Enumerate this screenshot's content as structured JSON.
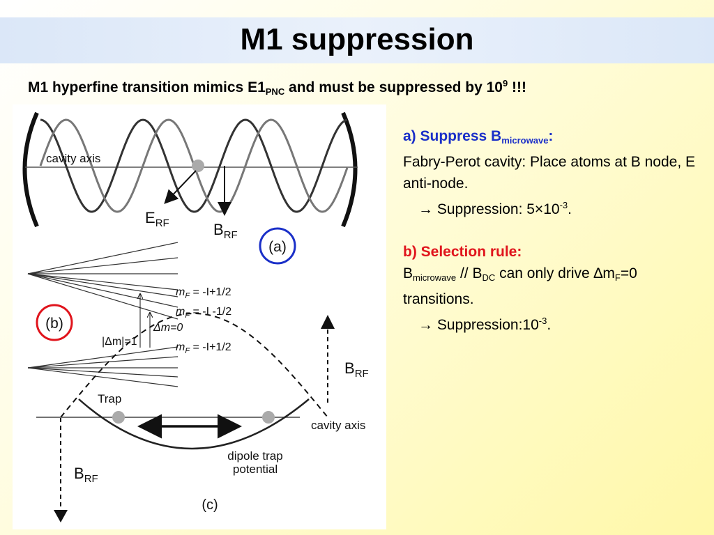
{
  "slide": {
    "title": "M1 suppression",
    "subtitle": {
      "text": "M1 hyperfine transition mimics E1",
      "sub": "PNC",
      "middle": " and must be suppressed by 10",
      "sup": "9",
      "tail": " !!!"
    }
  },
  "figure": {
    "panel_a": {
      "cavity_axis_label": "cavity axis",
      "e_label": "E",
      "e_sub": "RF",
      "b_label": "B",
      "b_sub": "RF",
      "circle_label": "(a)",
      "circle_color": "#1a2fc8"
    },
    "panel_b": {
      "level1_prefix": "m",
      "level1_sub": "F",
      "level1_value": " = -I+1/2",
      "level2_prefix": "m",
      "level2_sub": "F",
      "level2_value": " = -I -1/2",
      "level3_prefix": "m",
      "level3_sub": "F",
      "level3_value": " = -I+1/2",
      "delta_m0": "Δm=0",
      "abs_delta_m1": "|Δm|=1",
      "circle_label": "(b)",
      "circle_color": "#e0141c"
    },
    "panel_c": {
      "trap_label": "Trap",
      "cavity_axis_label": "cavity axis",
      "b_right_label": "B",
      "b_right_sub": "RF",
      "b_left_label": "B",
      "b_left_sub": "RF",
      "dipole_line1": "dipole trap",
      "dipole_line2": "potential",
      "panel_label": "(c)"
    }
  },
  "right": {
    "a": {
      "head_prefix": "a) Suppress B",
      "head_sub": "microwave",
      "head_colon": ":",
      "body": "Fabry-Perot cavity: Place atoms at B node, E anti-node.",
      "result_prefix": "Suppression: 5×10",
      "result_sup": "-3",
      "result_tail": "."
    },
    "b": {
      "head": "b) Selection rule:",
      "line_prefix": "B",
      "line_sub1": "microwave",
      "line_mid": " // B",
      "line_sub2": "DC",
      "line_mid2": " can only drive ∆m",
      "line_sub3": "F",
      "line_tail": "=0 transitions.",
      "result_prefix": "Suppression:10",
      "result_sup": "-3",
      "result_tail": "."
    },
    "arrow_glyph": "→"
  },
  "colors": {
    "blue_head": "#1a2fc8",
    "red_head": "#e0141c",
    "title_band": "#dbe7f8"
  }
}
